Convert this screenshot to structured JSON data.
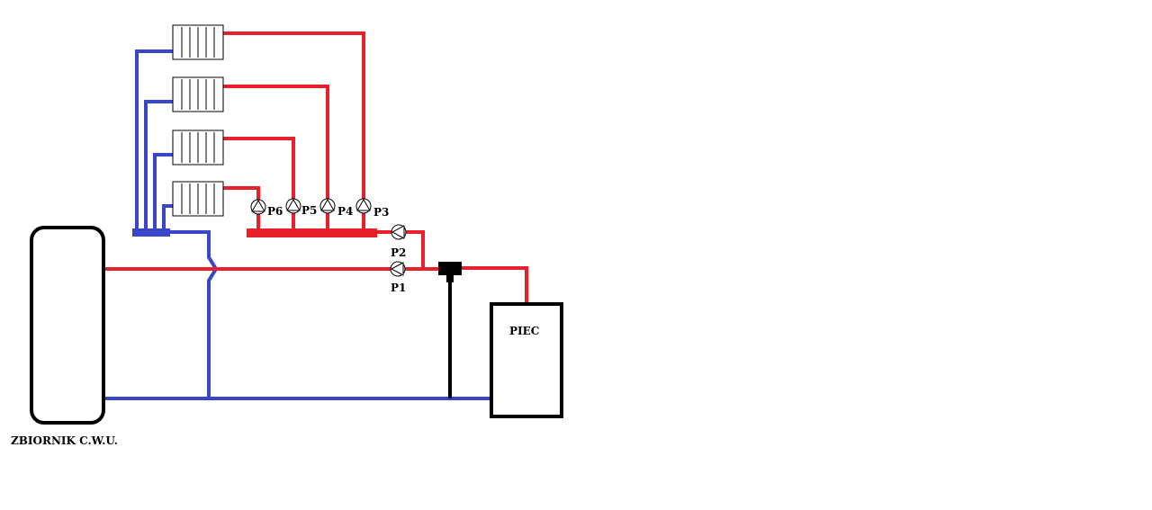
{
  "labels": {
    "tank": "ZBIORNIK C.W.U.",
    "boiler": "PIEC"
  },
  "pumps": {
    "p1": "P1",
    "p2": "P2",
    "p3": "P3",
    "p4": "P4",
    "p5": "P5",
    "p6": "P6"
  },
  "colors": {
    "supply": "#e8202a",
    "return": "#3a46c8",
    "outline": "#000000"
  }
}
